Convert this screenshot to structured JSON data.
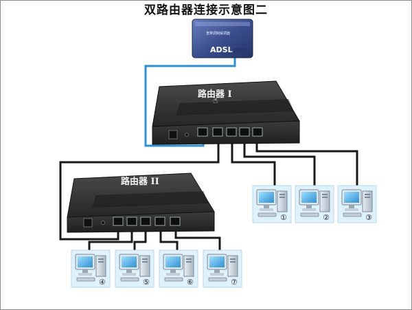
{
  "diagram": {
    "title": "双路由器连接示意图二",
    "modem": {
      "label": "ADSL",
      "small_text": "宽带调制解调器"
    },
    "router1": {
      "label": "路由器 I"
    },
    "router2": {
      "label": "路由器 II"
    },
    "pcs": [
      "①",
      "②",
      "③",
      "④",
      "⑤",
      "⑥",
      "⑦"
    ]
  },
  "colors": {
    "cable_black": "#1a1a1a",
    "cable_blue": "#2f8fd1",
    "router_body": "#3b3b3b",
    "router_top": "#2a2a2a",
    "modem_blue": "#3b4f8e"
  }
}
